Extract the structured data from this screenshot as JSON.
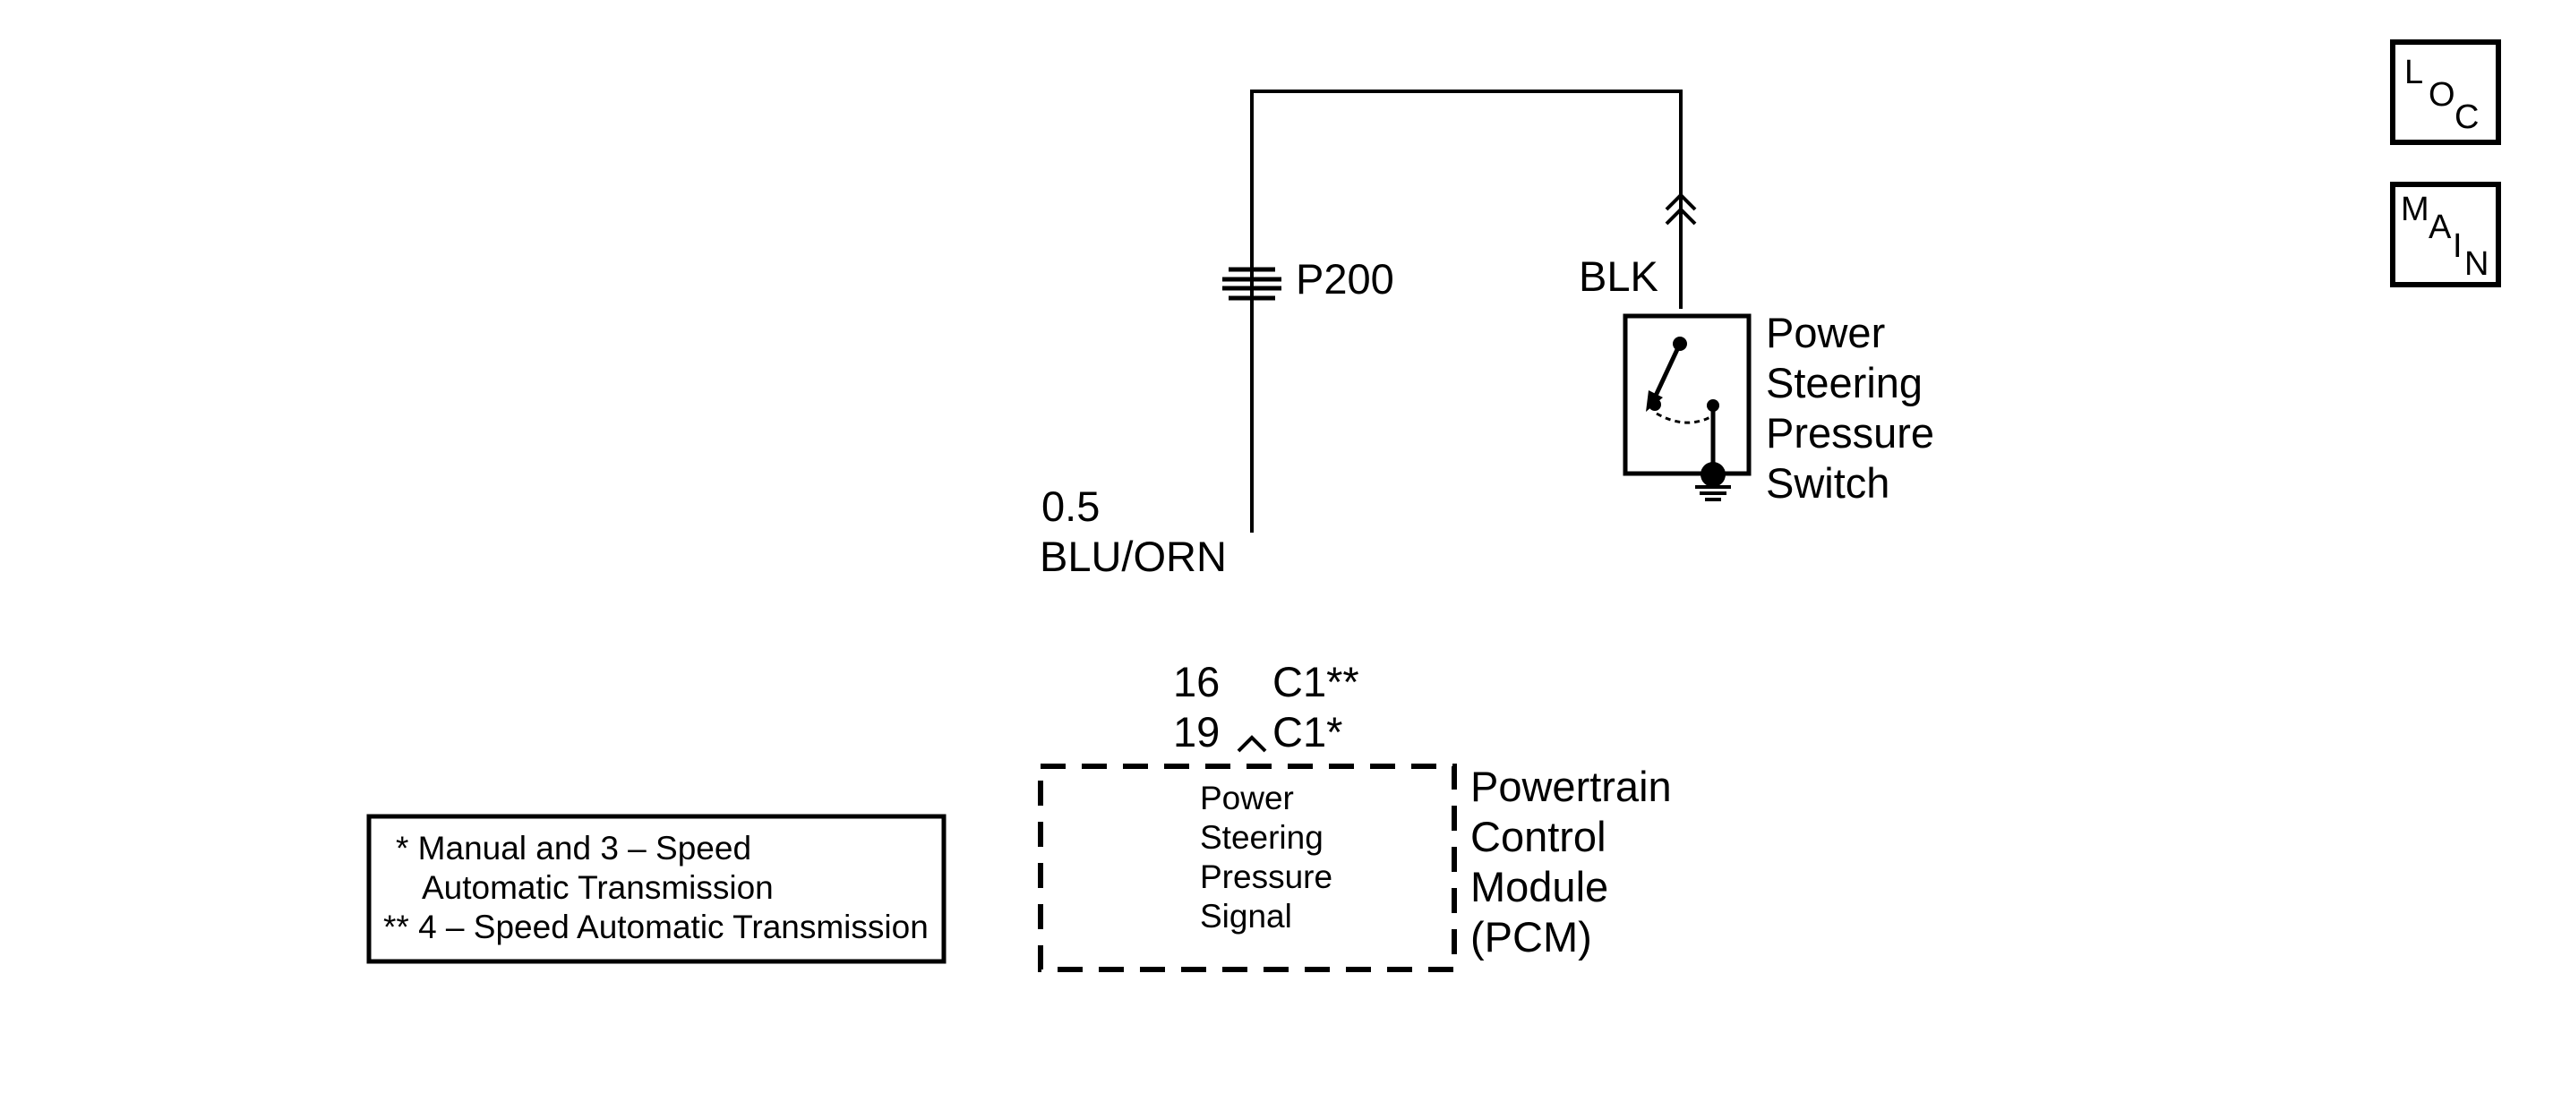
{
  "navigation": {
    "loc_button": {
      "letters": [
        "L",
        "O",
        "C"
      ]
    },
    "main_button": {
      "letters": [
        "M",
        "A",
        "I",
        "N"
      ]
    }
  },
  "splice": {
    "label": "P200"
  },
  "ground_wire": {
    "color_label": "BLK"
  },
  "signal_wire": {
    "size": "0.5",
    "color": "BLU/ORN"
  },
  "connector": {
    "row1": {
      "pin": "16",
      "connector": "C1**"
    },
    "row2": {
      "pin": "19",
      "connector": "C1*"
    }
  },
  "switch": {
    "title_lines": [
      "Power",
      "Steering",
      "Pressure",
      "Switch"
    ]
  },
  "pcm": {
    "internal_lines": [
      "Power",
      "Steering",
      "Pressure",
      "Signal"
    ],
    "title_lines": [
      "Powertrain",
      "Control",
      "Module",
      "(PCM)"
    ]
  },
  "legend": {
    "lines": [
      "* Manual and 3 – Speed",
      "Automatic Transmission",
      "** 4 – Speed Automatic Transmission"
    ]
  }
}
